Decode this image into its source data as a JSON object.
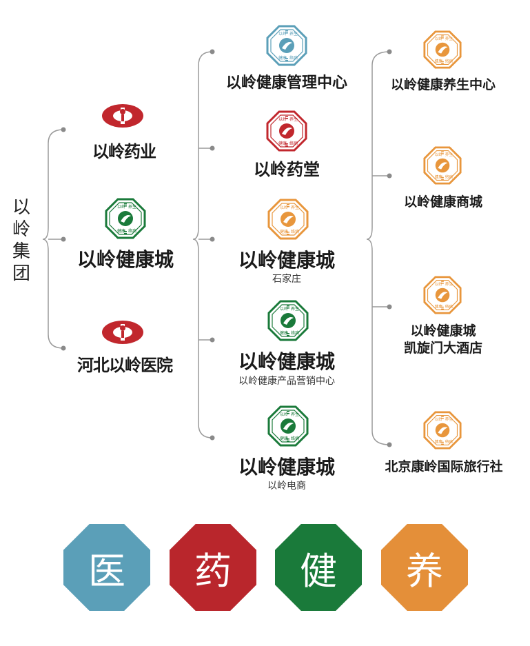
{
  "colors": {
    "blue": "#5b9fb8",
    "red": "#c1272d",
    "green": "#1a7a3a",
    "orange": "#e8963c",
    "line": "#9a9a9a"
  },
  "root": {
    "chars": [
      "以",
      "岭",
      "集",
      "团"
    ]
  },
  "level1": [
    {
      "name": "以岭药业",
      "logo": "yiling-red-logo"
    },
    {
      "name": "以岭健康城",
      "logo": "octagon-green-logo"
    },
    {
      "name": "河北以岭医院",
      "logo": "yiling-red-logo"
    }
  ],
  "level2": [
    {
      "title": "以岭健康管理中心",
      "sub": "",
      "color": "blue"
    },
    {
      "title": "以岭药堂",
      "sub": "",
      "color": "red"
    },
    {
      "title": "以岭健康城",
      "sub": "石家庄",
      "color": "orange"
    },
    {
      "title": "以岭健康城",
      "sub": "以岭健康产品营销中心",
      "color": "green"
    },
    {
      "title": "以岭健康城",
      "sub": "以岭电商",
      "color": "green"
    }
  ],
  "level3": [
    {
      "title": "以岭健康养生中心",
      "color": "orange"
    },
    {
      "title": "以岭健康商城",
      "color": "orange"
    },
    {
      "title_line1": "以岭健康城",
      "title_line2": "凯旋门大酒店",
      "color": "orange"
    },
    {
      "title": "北京康岭国际旅行社",
      "color": "orange"
    }
  ],
  "pillars": [
    {
      "char": "医",
      "color": "#5b9fb8"
    },
    {
      "char": "药",
      "color": "#b9262c"
    },
    {
      "char": "健",
      "color": "#1a7a3a"
    },
    {
      "char": "养",
      "color": "#e48f39"
    }
  ]
}
